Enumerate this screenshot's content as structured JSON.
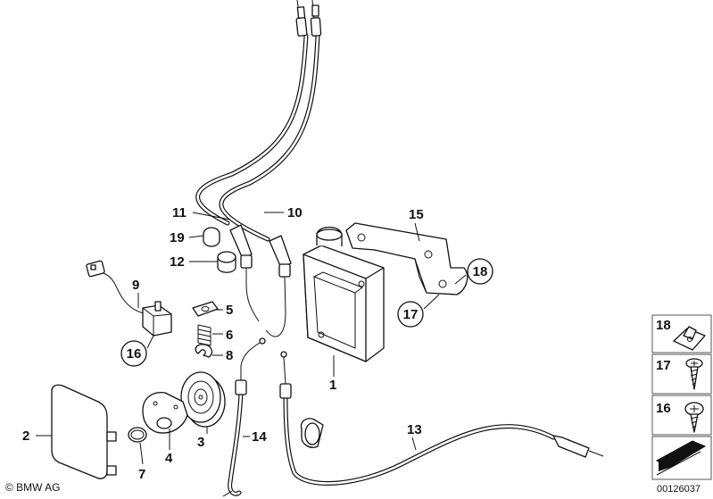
{
  "labels": {
    "p1": "1",
    "p2": "2",
    "p3": "3",
    "p4": "4",
    "p5": "5",
    "p6": "6",
    "p7": "7",
    "p8": "8",
    "p9": "9",
    "p10": "10",
    "p11": "11",
    "p12": "12",
    "p13": "13",
    "p14": "14",
    "p15": "15",
    "p16": "16",
    "p17": "17",
    "p18": "18",
    "p19": "19"
  },
  "legend": {
    "item18": "18",
    "item17": "17",
    "item16": "16"
  },
  "footer": {
    "copyright": "© BMW AG",
    "doc_number": "00126037"
  },
  "colors": {
    "line": "#111111",
    "background": "#ffffff"
  }
}
